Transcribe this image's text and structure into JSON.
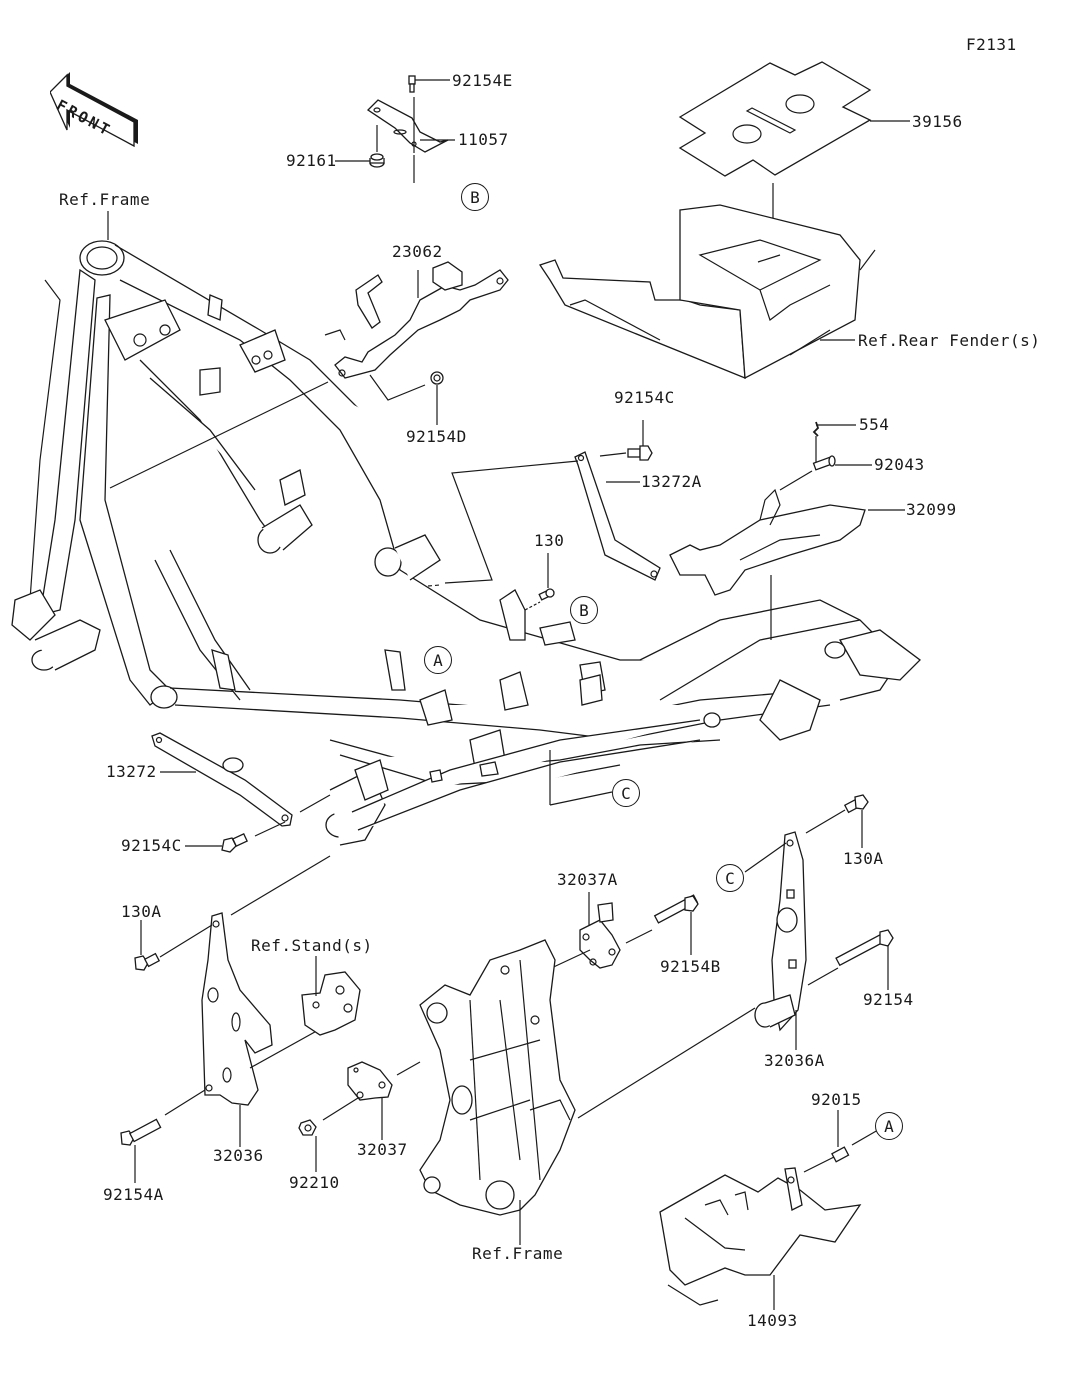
{
  "diagram": {
    "figure_id": "F2131",
    "front_label": "FRONT",
    "ref_labels": {
      "frame_top": "Ref.Frame",
      "frame_bottom": "Ref.Frame",
      "rear_fender": "Ref.Rear Fender(s)",
      "stand": "Ref.Stand(s)"
    },
    "callouts": {
      "A_1": "A",
      "A_2": "A",
      "B_1": "B",
      "B_2": "B",
      "C_1": "C",
      "C_2": "C"
    },
    "parts": [
      {
        "id": "p92154E",
        "number": "92154E"
      },
      {
        "id": "p11057",
        "number": "11057"
      },
      {
        "id": "p92161",
        "number": "92161"
      },
      {
        "id": "p39156",
        "number": "39156"
      },
      {
        "id": "p23062",
        "number": "23062"
      },
      {
        "id": "p92154D",
        "number": "92154D"
      },
      {
        "id": "p92154C_top",
        "number": "92154C"
      },
      {
        "id": "p13272A",
        "number": "13272A"
      },
      {
        "id": "p554",
        "number": "554"
      },
      {
        "id": "p92043",
        "number": "92043"
      },
      {
        "id": "p32099",
        "number": "32099"
      },
      {
        "id": "p130",
        "number": "130"
      },
      {
        "id": "p13272",
        "number": "13272"
      },
      {
        "id": "p92154C_left",
        "number": "92154C"
      },
      {
        "id": "p130A_right",
        "number": "130A"
      },
      {
        "id": "p32037A",
        "number": "32037A"
      },
      {
        "id": "p92154B",
        "number": "92154B"
      },
      {
        "id": "p92154",
        "number": "92154"
      },
      {
        "id": "p130A_left",
        "number": "130A"
      },
      {
        "id": "p32036A",
        "number": "32036A"
      },
      {
        "id": "p32036",
        "number": "32036"
      },
      {
        "id": "p32037",
        "number": "32037"
      },
      {
        "id": "p92210",
        "number": "92210"
      },
      {
        "id": "p92154A",
        "number": "92154A"
      },
      {
        "id": "p92015",
        "number": "92015"
      },
      {
        "id": "p14093",
        "number": "14093"
      }
    ]
  }
}
